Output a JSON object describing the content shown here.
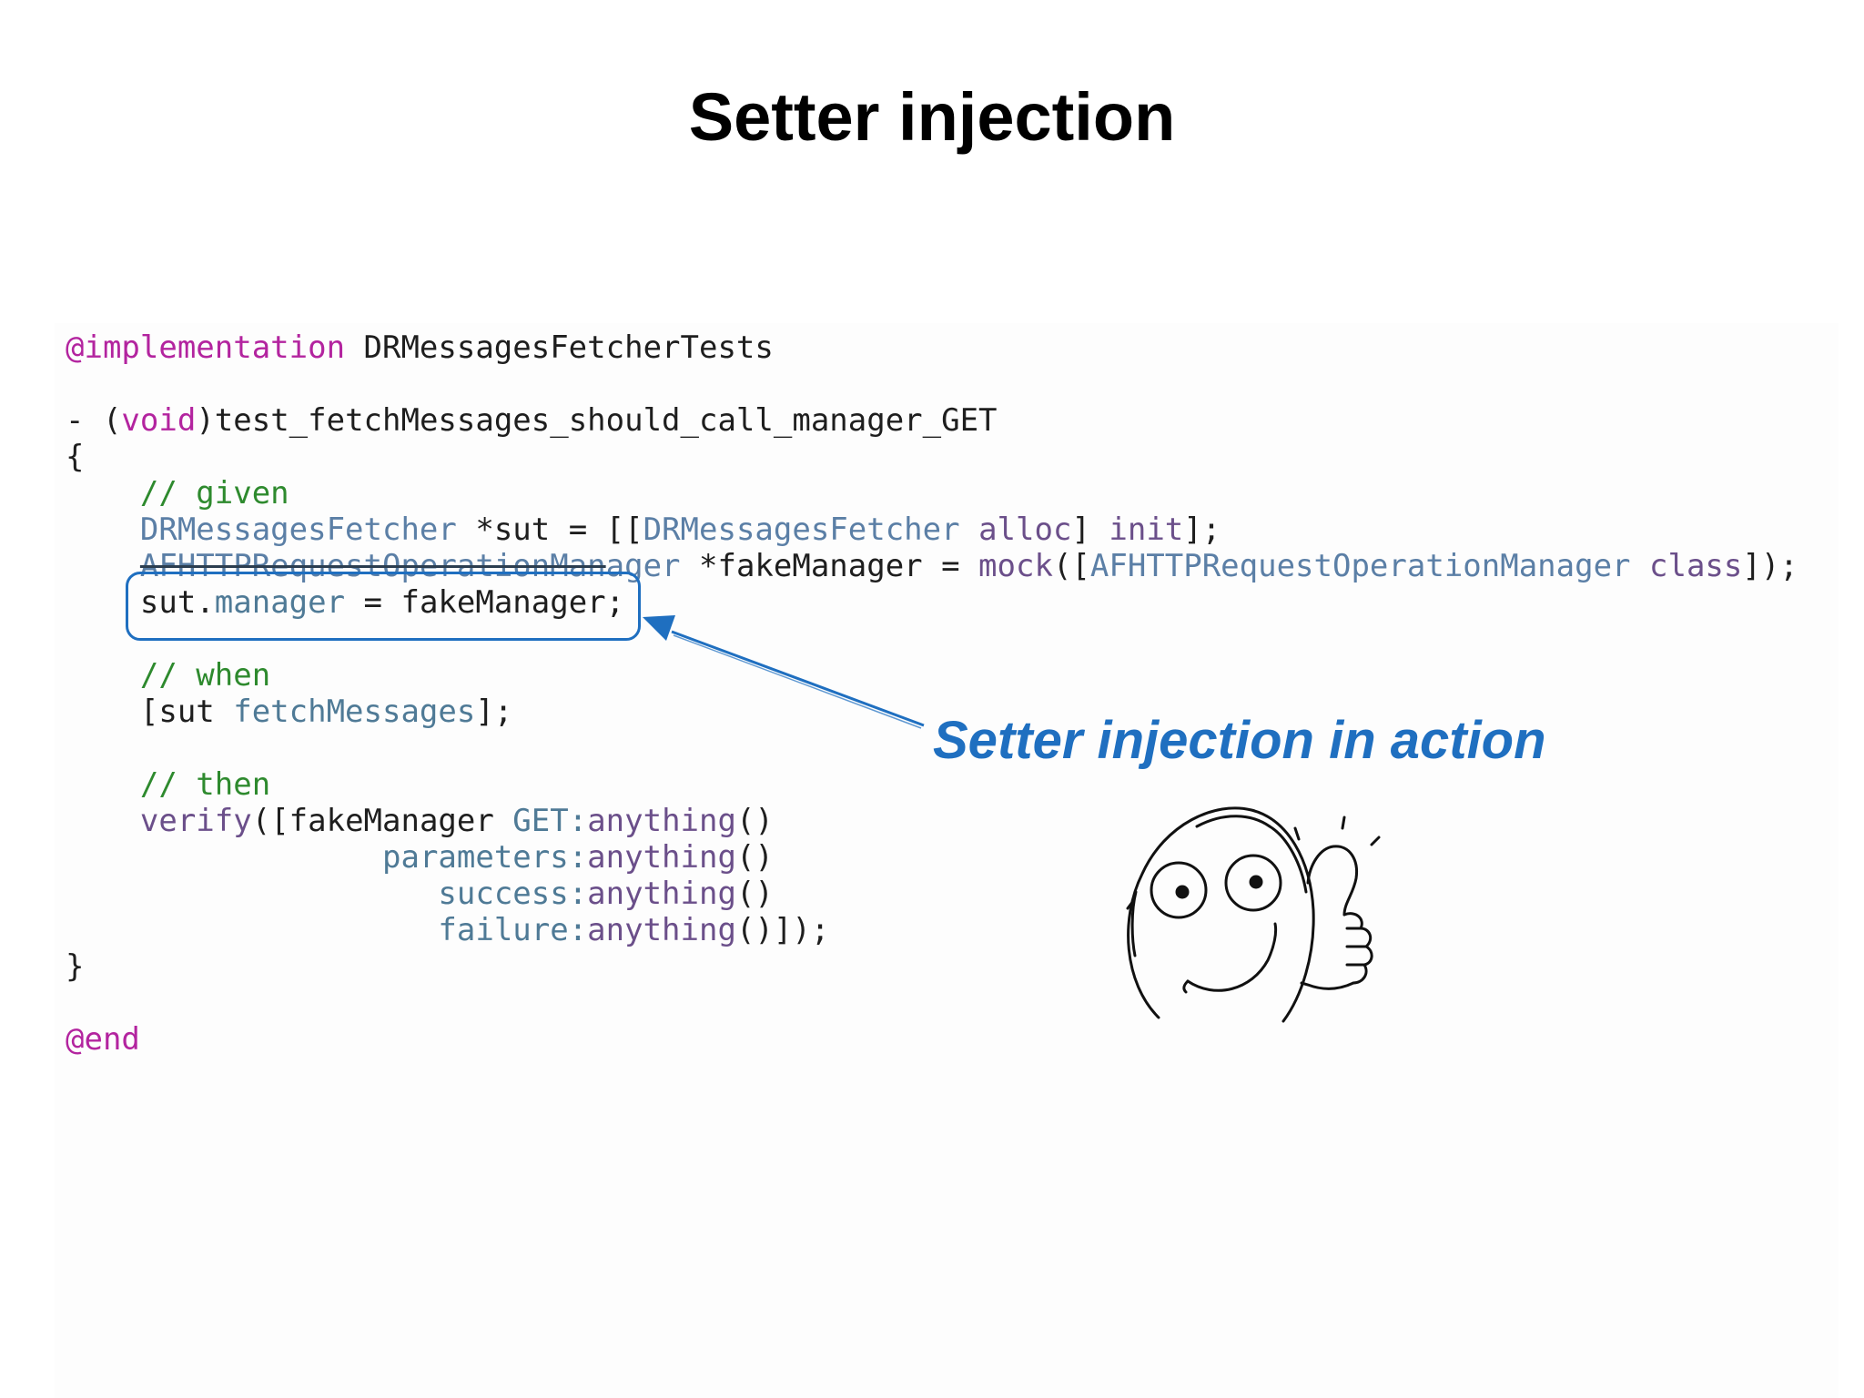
{
  "slide": {
    "title": "Setter injection",
    "annotation": "Setter injection in action"
  },
  "code": {
    "l1_at": "@implementation",
    "l1_name": " DRMessagesFetcherTests",
    "l3_dash": "- (",
    "l3_void": "void",
    "l3_sig": ")test_fetchMessages_should_call_manager_GET",
    "l4": "{",
    "l5_comment": "    // given",
    "l6_indent": "    ",
    "l6_cls": "DRMessagesFetcher",
    "l6_var": " *sut = [[",
    "l6_cls2": "DRMessagesFetcher",
    "l6_sp": " ",
    "l6_alloc": "alloc",
    "l6_mid": "] ",
    "l6_init": "init",
    "l6_end": "];",
    "l7_indent": "    ",
    "l7_cls_struck": "AFHTTPRequestOperationMan",
    "l7_cls_rest": "ager",
    "l7_var": " *fakeManager = ",
    "l7_mock": "mock",
    "l7_open": "([",
    "l7_cls2": "AFHTTPRequestOperationManager",
    "l7_sp": " ",
    "l7_class": "class",
    "l7_end": "]);",
    "l8_indent": "    ",
    "l8_sut": "sut.",
    "l8_prop": "manager",
    "l8_rest": " = fakeManager;",
    "l10_comment": "    // when",
    "l11_open": "    [sut ",
    "l11_msg": "fetchMessages",
    "l11_end": "];",
    "l13_comment": "    // then",
    "l14_indent": "    ",
    "l14_verify": "verify",
    "l14_open": "([fakeManager ",
    "l14_get": "GET:",
    "l14_any": "anything",
    "l14_paren": "()",
    "l15_indent": "                 ",
    "l15_params": "parameters:",
    "l15_any": "anything",
    "l15_paren": "()",
    "l16_indent": "                    ",
    "l16_success": "success:",
    "l16_any": "anything",
    "l16_paren": "()",
    "l17_indent": "                    ",
    "l17_failure": "failure:",
    "l17_any": "anything",
    "l17_end": "()]);",
    "l18": "}",
    "l20_at": "@end"
  },
  "colors": {
    "annotation_blue": "#1f6fc0",
    "keyword_magenta": "#b3249f",
    "comment_green": "#2e8a2e",
    "class_blue": "#5b7fa6"
  },
  "icons": {
    "face": "thumbs-up-meme-face"
  }
}
